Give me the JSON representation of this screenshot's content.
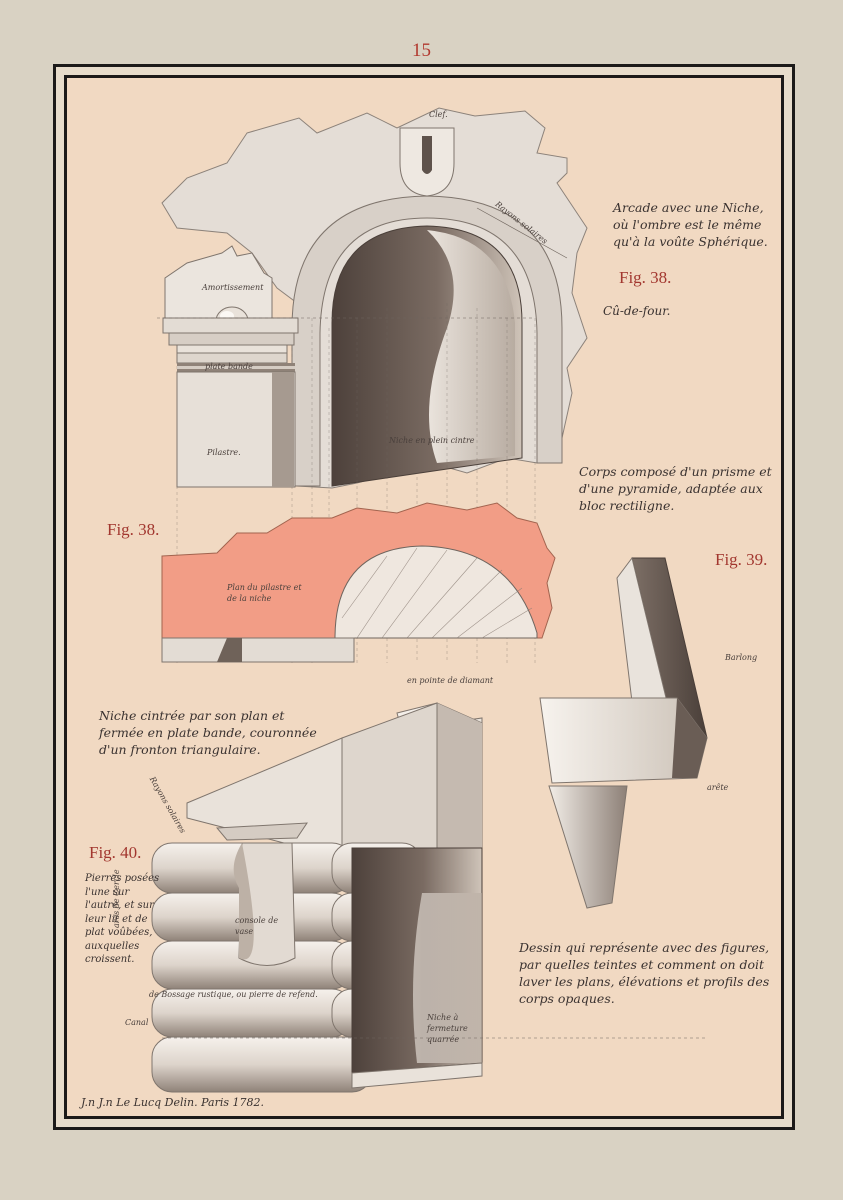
{
  "page_number": "15",
  "figures": {
    "fig38": "Fig. 38.",
    "fig38b": "Fig. 38.",
    "fig39": "Fig. 39.",
    "fig40": "Fig. 40."
  },
  "texts": {
    "arcade": "Arcade avec une Niche, où l'ombre est le même qu'à la voûte Sphérique.",
    "cul_de_four": "Cû-de-four.",
    "corps": "Corps composé d'un prisme et d'une pyramide, adaptée aux bloc rectiligne.",
    "niche_cintree": "Niche cintrée par son plan et fermée en plate bande, couronnée d'un fronton triangulaire.",
    "pierres": "Pierres posées l'une sur l'autre, et sur leur lit et de plat voûbées, auxquelles croissent.",
    "dessin": "Dessin qui représente avec des figures, par quelles teintes et comment on doit laver les plans, élévations et profils des corps opaques.",
    "signature": "J.n J.n Le Lucq Delin. Paris 1782."
  },
  "labels": {
    "clef": "Clef.",
    "amortissement": "Amortissement",
    "plate_bande": "plate bande",
    "pilastre": "Pilastre.",
    "rayons_solaires": "Rayons solaires",
    "niche_plein_cintre": "Niche en plein cintre",
    "plan_pilastre": "Plan du pilastre et de la niche",
    "barlong": "Barlong",
    "arete": "arête",
    "en_pointe": "en pointe de diamant",
    "rayons_solaires2": "Rayons solaires",
    "console": "console de vase",
    "bossage": "de Bossage rustique, ou pierre de refend.",
    "arcs": "arcs de Cercle",
    "canal": "Canal",
    "niche_quarree": "Niche à fermeture quarrée"
  },
  "colors": {
    "paper": "#f1d9c2",
    "frame": "#1c1a19",
    "plan_pink": "#f29d86",
    "red_ink": "#a2372f",
    "stone": "#e6dfd7",
    "shadow_dark": "#5a4d46"
  }
}
